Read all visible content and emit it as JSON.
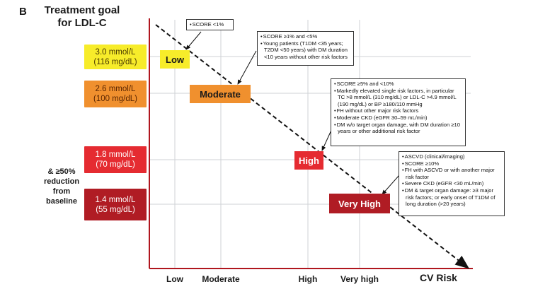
{
  "panel_letter": "B",
  "title": [
    "Treatment goal",
    "for LDL-C"
  ],
  "targets": [
    {
      "line1": "3.0 mmol/L",
      "line2": "(116 mg/dL)",
      "bg": "#f7ec2a",
      "fg": "#4a3a00"
    },
    {
      "line1": "2.6 mmol/L",
      "line2": "(100 mg/dL)",
      "bg": "#f0902e",
      "fg": "#5a2500"
    },
    {
      "line1": "1.8 mmol/L",
      "line2": "(70 mg/dL)",
      "bg": "#e52b31",
      "fg": "#ffffff"
    },
    {
      "line1": "1.4 mmol/L",
      "line2": "(55 mg/dL)",
      "bg": "#b01c24",
      "fg": "#ffffff"
    }
  ],
  "reduction_text": "& ≥50% reduction from baseline",
  "levels": [
    {
      "label": "Low",
      "bg": "#f7ec2a",
      "fg": "#1a1a1a"
    },
    {
      "label": "Moderate",
      "bg": "#f0902e",
      "fg": "#1a1a1a"
    },
    {
      "label": "High",
      "bg": "#e52b31",
      "fg": "#ffffff"
    },
    {
      "label": "Very High",
      "bg": "#b01c24",
      "fg": "#ffffff"
    }
  ],
  "notes": [
    [
      "SCORE <1%"
    ],
    [
      "SCORE ≥1% and <5%",
      "Young patients (T1DM <35 years; T2DM <50 years) with DM duration <10 years without other risk factors"
    ],
    [
      "SCORE ≥5% and <10%",
      "Markedly elevated single risk factors, in particular TC >8 mmol/L (310 mg/dL) or LDL-C >4.9 mmol/L (190 mg/dL) or BP ≥180/110 mmHg",
      "FH without other major risk factors",
      "Moderate CKD (eGFR 30–59 mL/min)",
      "DM w/o target organ damage, with DM duration ≥10 years or other additional risk factor"
    ],
    [
      "ASCVD (clinical/imaging)",
      "SCORE ≥10%",
      "FH with ASCVD or with another major risk factor",
      "Severe CKD (eGFR <30 mL/min)",
      "DM & target organ damage: ≥3 major risk factors; or early onset of T1DM of long duration (>20 years)"
    ]
  ],
  "x_ticks": [
    "Low",
    "Moderate",
    "High",
    "Very high"
  ],
  "x_axis_title": "CV Risk"
}
